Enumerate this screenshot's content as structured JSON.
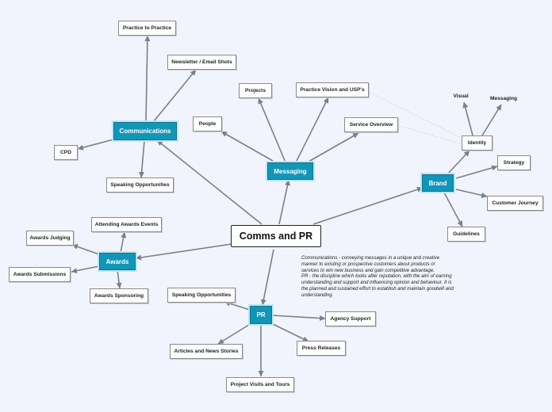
{
  "root": "Comms and PR",
  "hubs": {
    "communications": "Communications",
    "messaging": "Messaging",
    "brand": "Brand",
    "awards": "Awards",
    "pr": "PR"
  },
  "leaves": {
    "practice_to_practice": "Practice to Practice",
    "newsletter": "Newsletter / Email Shots",
    "cpd": "CPD",
    "comms_speaking": "Speaking Opportunities",
    "projects": "Projects",
    "practice_vision": "Practice Vision and USP's",
    "people": "People",
    "service_overview": "Service Overview",
    "identity": "Identity",
    "visual": "Visual",
    "identity_messaging": "Messaging",
    "strategy": "Strategy",
    "customer_journey": "Customer Journey",
    "guidelines": "Guidelines",
    "attending_awards": "Attending Awards Events",
    "awards_judging": "Awards Judging",
    "awards_submissions": "Awards Submissions",
    "awards_sponsoring": "Awards Sponsoring",
    "pr_speaking": "Speaking Opportunities",
    "agency_support": "Agency Support",
    "articles": "Articles and News Stories",
    "press_releases": "Press Releases",
    "project_visits": "Project Visits and Tours"
  },
  "note": {
    "line1": "Communications - conveying messages in a unique and creative manner to existing or prospective customers about products or services to win new business and gain competitive advantage.",
    "line2": "PR - the discipline which looks after reputation, with the aim of earning understanding and support and influencing opinion and behaviour. It is the planned and sustained effort to establish and maintain goodwill and understanding."
  },
  "colors": {
    "background": "#f1f4fc",
    "hub_fill": "#1296b8",
    "connector": "#7a7f8c"
  }
}
